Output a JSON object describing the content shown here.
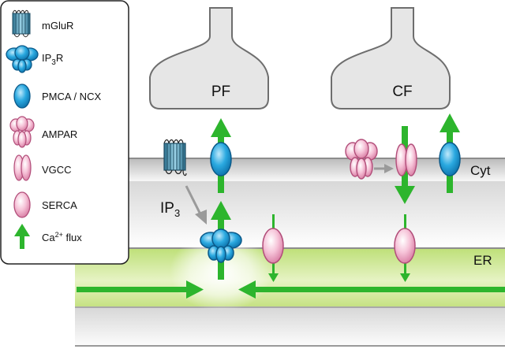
{
  "legend": {
    "items": [
      {
        "icon": "mglur-icon",
        "label": "mGluR"
      },
      {
        "icon": "ip3r-icon",
        "label_main": "IP",
        "label_sub": "3",
        "label_tail": "R"
      },
      {
        "icon": "pmca-ncx-icon",
        "label": "PMCA / NCX"
      },
      {
        "icon": "ampar-icon",
        "label": "AMPAR"
      },
      {
        "icon": "vgcc-icon",
        "label": "VGCC"
      },
      {
        "icon": "serca-icon",
        "label": "SERCA"
      },
      {
        "icon": "ca-flux-arrow-icon",
        "label_main": "Ca",
        "label_sup": "2+",
        "label_tail": " flux"
      }
    ]
  },
  "terminals": {
    "pf_label": "PF",
    "cf_label": "CF"
  },
  "regions": {
    "cyt_label": "Cyt",
    "er_label": "ER"
  },
  "messenger": {
    "main": "IP",
    "sub": "3"
  },
  "colors": {
    "flux_green": "#2db52d",
    "channel_blue": "#2aa9e0",
    "receptor_pink": "#f4b6cf",
    "er_green": "#c8e68c",
    "membrane_gray": "#a8a8a8"
  }
}
